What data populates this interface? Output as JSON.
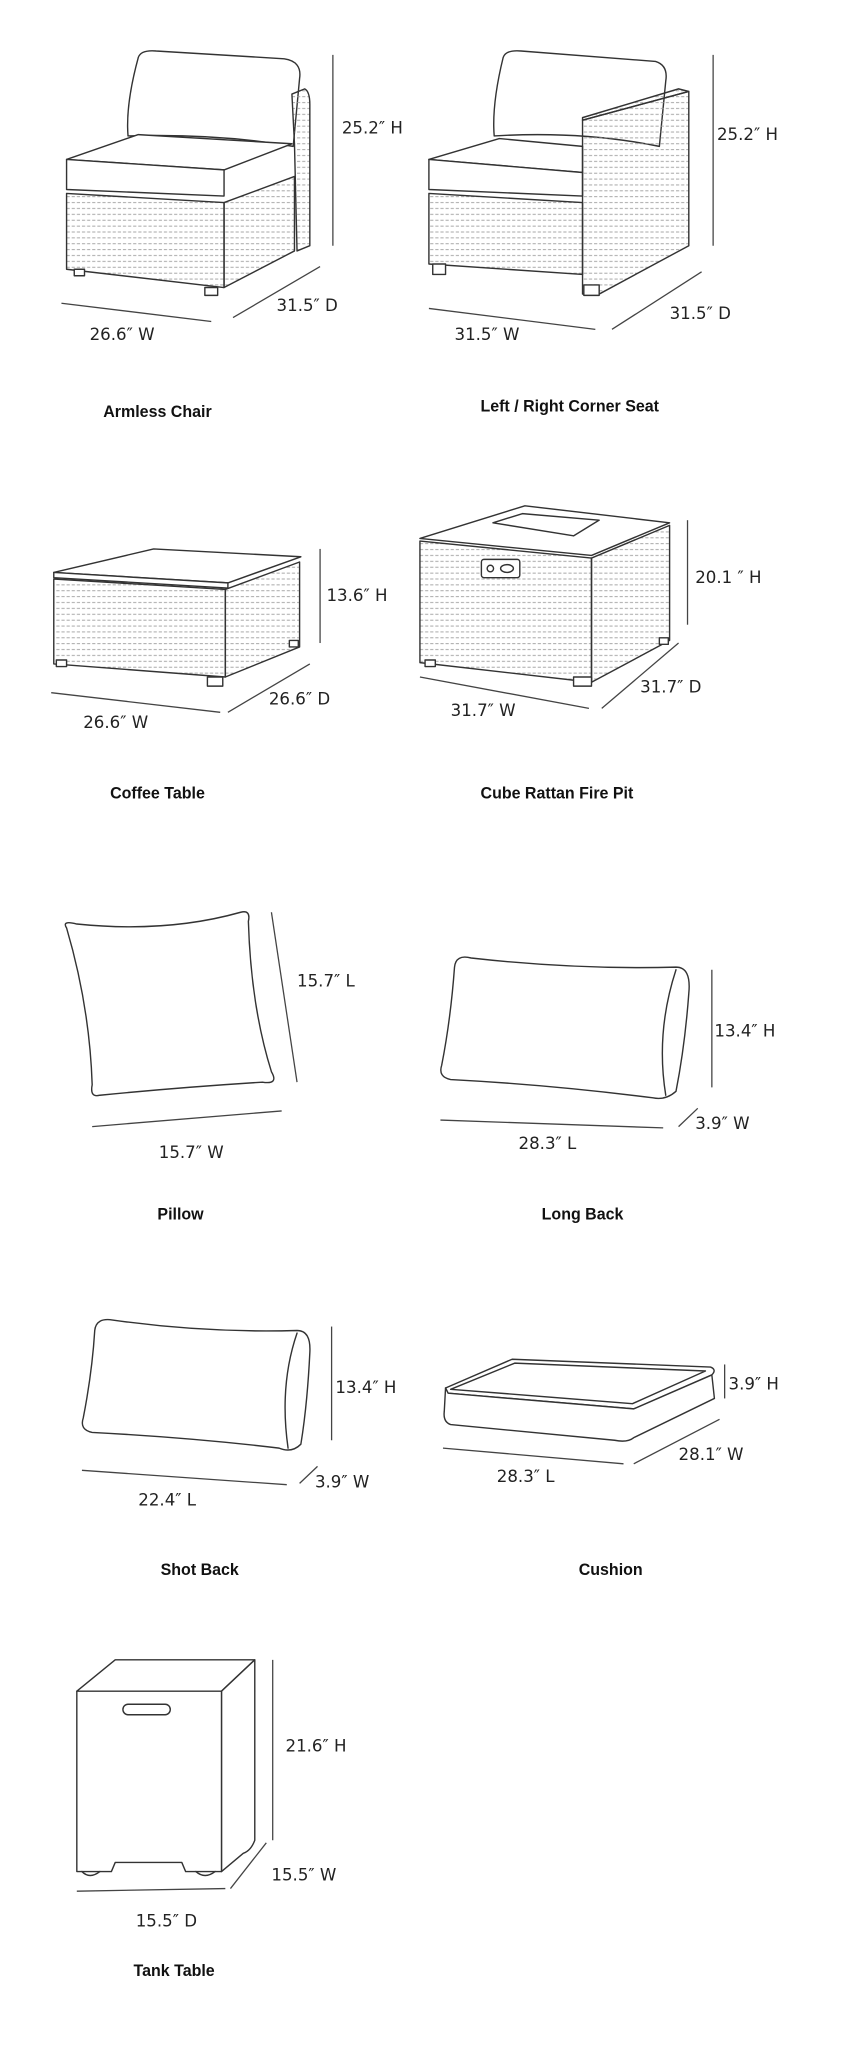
{
  "products": [
    {
      "title": "Armless Chair",
      "dims": [
        "25.2″  H",
        "31.5″  D",
        "26.6″  W"
      ]
    },
    {
      "title": "Left / Right Corner Seat",
      "dims": [
        "25.2″  H",
        "31.5″  D",
        "31.5″  W"
      ]
    },
    {
      "title": "Coffee Table",
      "dims": [
        "13.6″  H",
        "26.6″  D",
        "26.6″  W"
      ]
    },
    {
      "title": "Cube Rattan Fire Pit",
      "dims": [
        "20.1 ″  H",
        "31.7″  D",
        "31.7″  W"
      ]
    },
    {
      "title": "Pillow",
      "dims": [
        "15.7″  L",
        "15.7″  W"
      ]
    },
    {
      "title": "Long Back",
      "dims": [
        "13.4″  H",
        "3.9″  W",
        "28.3″  L"
      ]
    },
    {
      "title": "Shot Back",
      "dims": [
        "13.4″  H",
        "3.9″  W",
        "22.4″  L"
      ]
    },
    {
      "title": "Cushion",
      "dims": [
        "3.9″  H",
        "28.1″  W",
        "28.3″  L"
      ]
    },
    {
      "title": "Tank Table",
      "dims": [
        "21.6″  H",
        "15.5″  W",
        "15.5″  D"
      ]
    }
  ]
}
